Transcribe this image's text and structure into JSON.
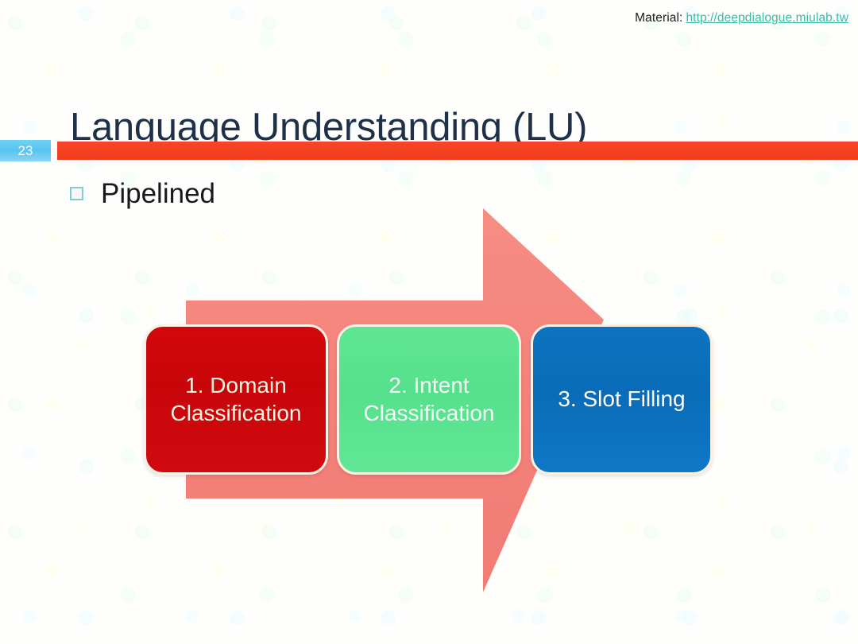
{
  "header": {
    "material_label": "Material:",
    "material_url": "http://deepdialogue.miulab.tw"
  },
  "title": "Language Understanding (LU)",
  "slide_number": "23",
  "bullet": {
    "marker": "hollow-square-bullet",
    "text": "Pipelined"
  },
  "diagram": {
    "arrow_name": "pipeline-arrow",
    "arrow_color": "#f4827a",
    "stages": [
      {
        "id": "domain",
        "label": "1. Domain\nClassification",
        "color": "#cc070b",
        "text_color": "#fdf3e3"
      },
      {
        "id": "intent",
        "label": "2. Intent\nClassification",
        "color": "#5ce28f",
        "text_color": "#f6fff9"
      },
      {
        "id": "slot",
        "label": "3. Slot Filling",
        "color": "#0b70bd",
        "text_color": "#ffffff"
      }
    ]
  },
  "colors": {
    "title": "#1f3048",
    "rule": "#f4421f",
    "badge": "#5ec6f0",
    "link": "#3fb9a6",
    "bullet_border": "#79cfd4"
  }
}
